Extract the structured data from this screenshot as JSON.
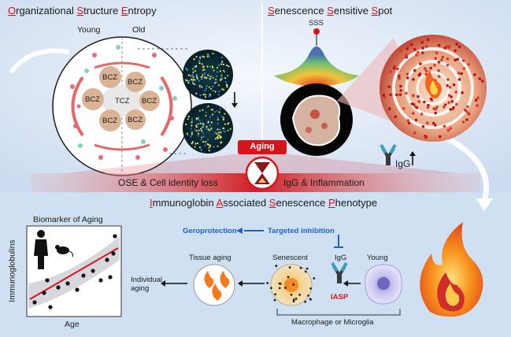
{
  "panels": {
    "ose": {
      "title_parts": [
        {
          "cap": "O",
          "rest": "rganizational "
        },
        {
          "cap": "S",
          "rest": "tructure "
        },
        {
          "cap": "E",
          "rest": "ntropy"
        }
      ],
      "young_label": "Young",
      "old_label": "Old",
      "bcz_label": "BCZ",
      "tcz_label": "TCZ"
    },
    "sss": {
      "title_parts": [
        {
          "cap": "S",
          "rest": "enescence "
        },
        {
          "cap": "S",
          "rest": "ensitive "
        },
        {
          "cap": "S",
          "rest": "pot"
        }
      ],
      "peak_label": "SSS",
      "igg_label": "IgG"
    },
    "center": {
      "aging_label": "Aging",
      "left_text": "OSE & Cell identity loss",
      "right_text": "IgG & Inflammation"
    },
    "iasp": {
      "title_parts": [
        {
          "cap": "I",
          "rest": "mmunoglobin "
        },
        {
          "cap": "A",
          "rest": "ssociated "
        },
        {
          "cap": "S",
          "rest": "enescence "
        },
        {
          "cap": "P",
          "rest": "henotype"
        }
      ],
      "biomarker_title": "Biomarker of Aging",
      "y_axis": "Immunoglobulins",
      "x_axis": "Age",
      "geroprotection": "Geroprotection",
      "targeted_inhibition": "Targeted inhibition",
      "tissue_aging": "Tissue aging",
      "individual_aging": "Individual\naging",
      "senescent": "Senescent",
      "young": "Young",
      "igg": "IgG",
      "iasp_label": "IASP",
      "macrophage": "Macrophage or Microglia"
    }
  },
  "colors": {
    "accent_red": "#d4161c",
    "link_blue": "#1f63c6",
    "panel_blue": "#dbe7f6",
    "bottom_blue": "#cfe0f3"
  }
}
